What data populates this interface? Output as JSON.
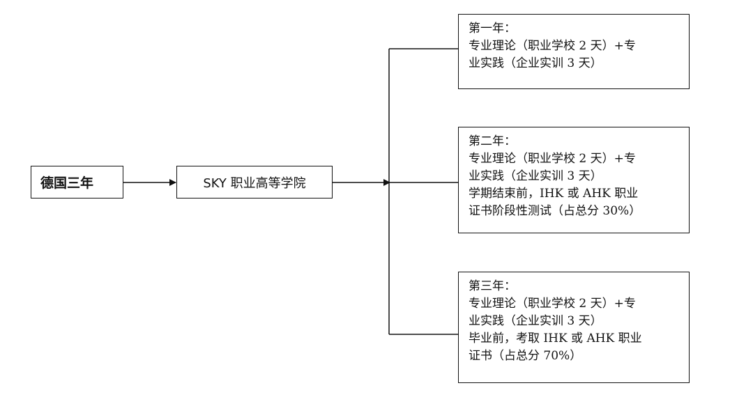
{
  "root": {
    "label": "德国三年"
  },
  "school": {
    "label": "SKY 职业高等学院"
  },
  "years": [
    {
      "lines": [
        "第一年：",
        "专业理论（职业学校 2 天）+专",
        "业实践（企业实训 3 天）"
      ]
    },
    {
      "lines": [
        "第二年：",
        "专业理论（职业学校 2 天）+专",
        "业实践（企业实训 3 天）",
        "学期结束前，IHK 或 AHK 职业",
        "证书阶段性测试（占总分 30%）"
      ]
    },
    {
      "lines": [
        "第三年：",
        "专业理论（职业学校 2 天）+专",
        "业实践（企业实训 3 天）",
        "毕业前，考取 IHK 或 AHK 职业",
        "证书（占总分 70%）"
      ]
    }
  ]
}
